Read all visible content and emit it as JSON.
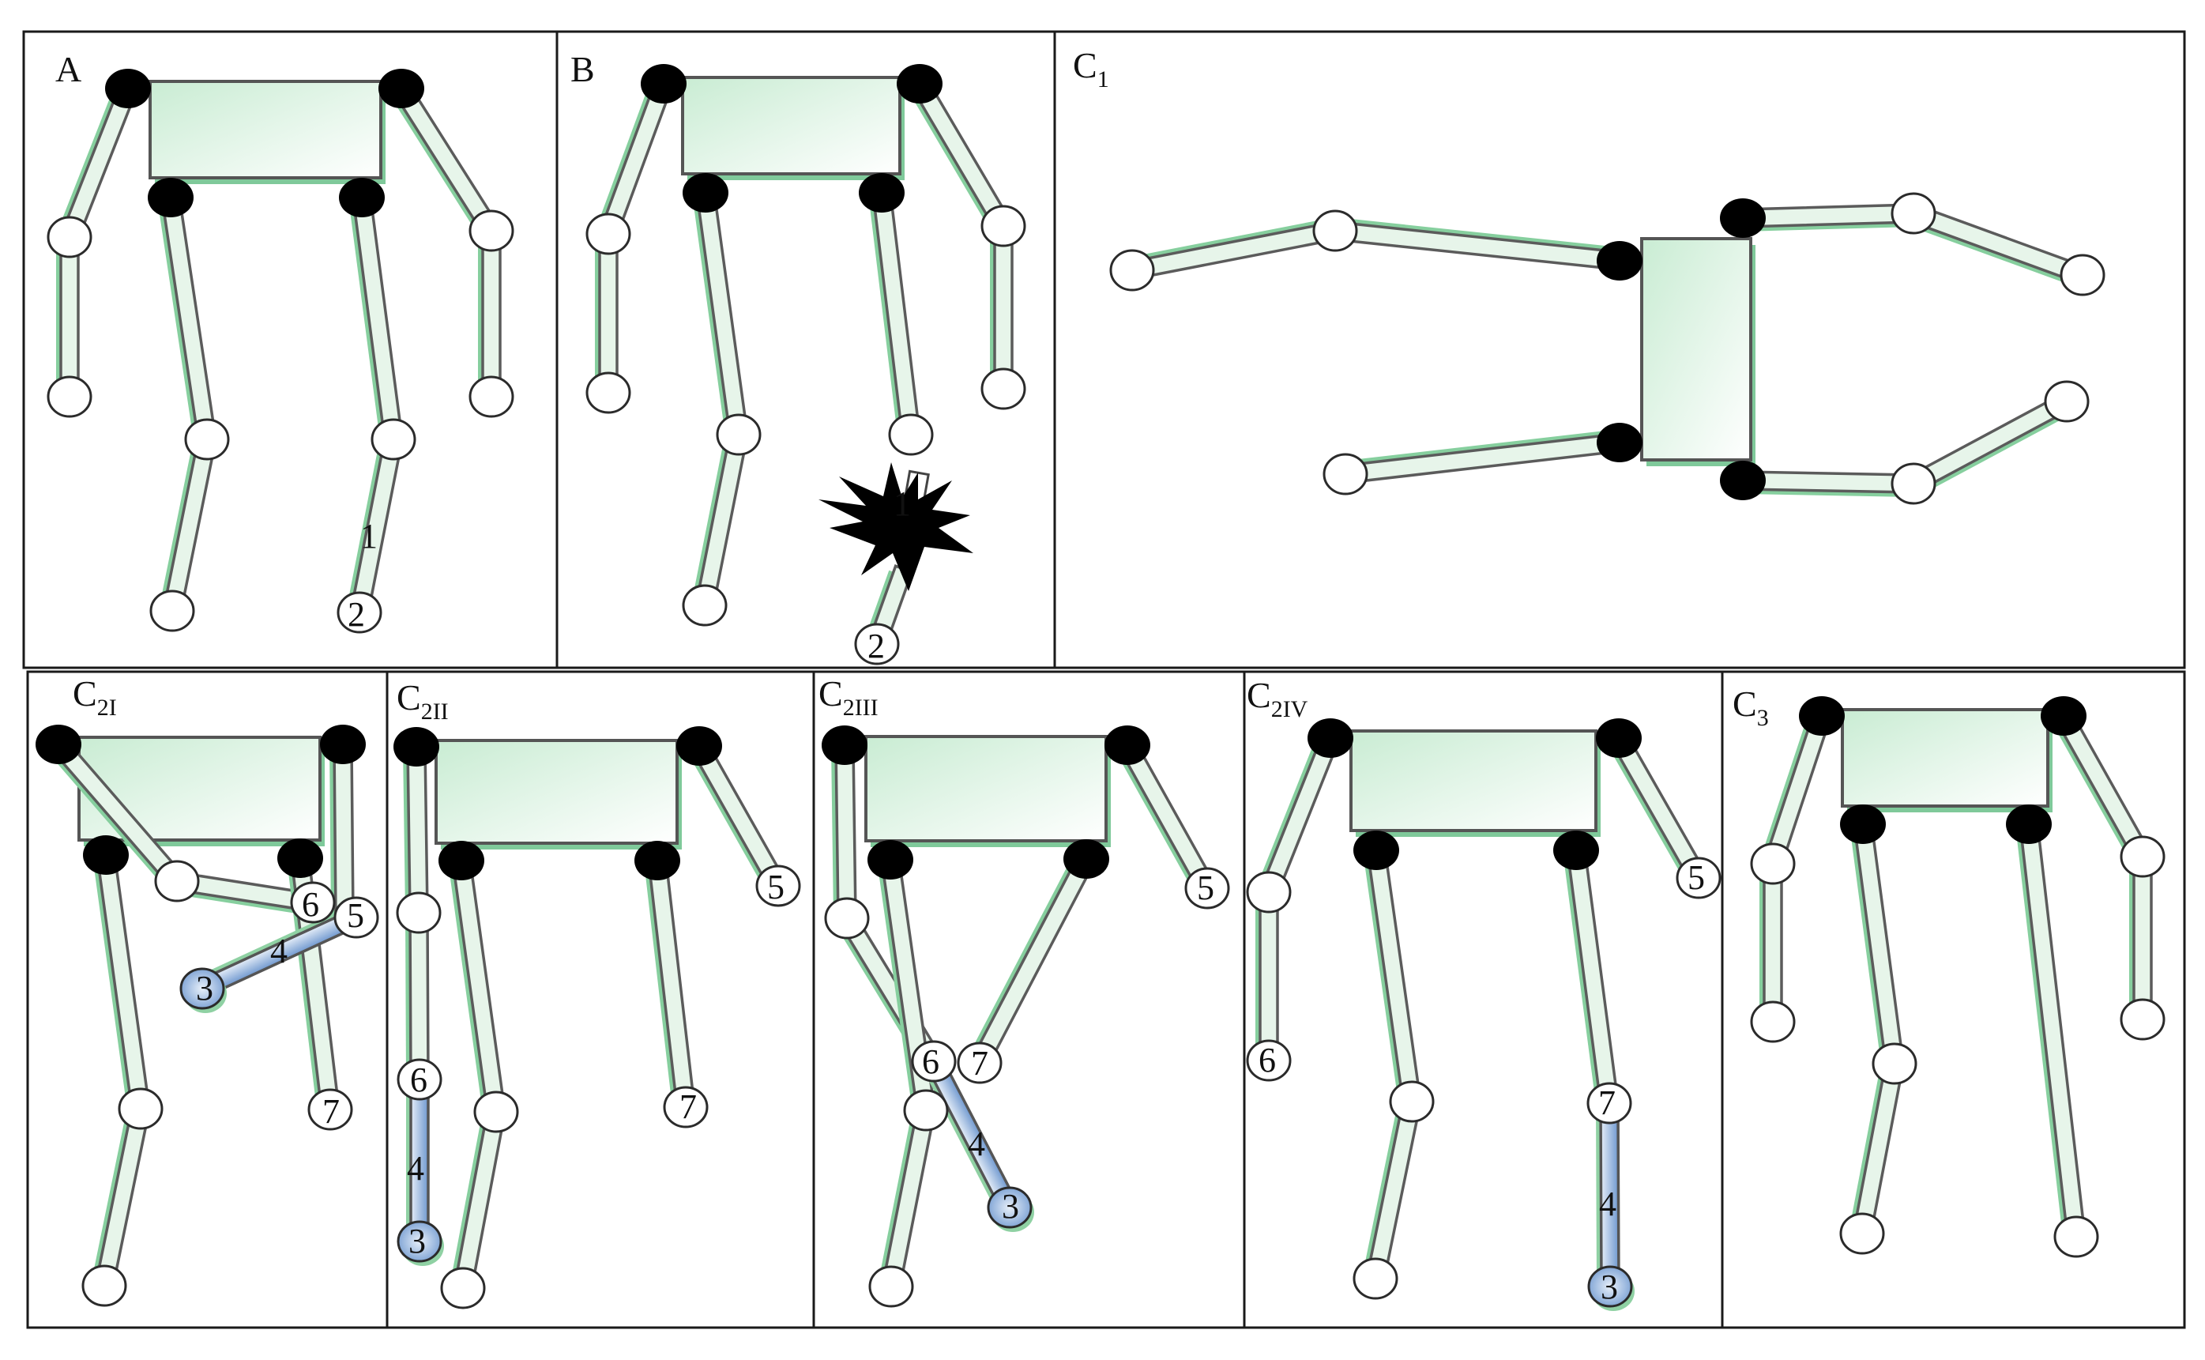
{
  "panels": [
    {
      "id": "A",
      "label": "A",
      "sub": ""
    },
    {
      "id": "B",
      "label": "B",
      "sub": ""
    },
    {
      "id": "C1",
      "label": "C",
      "sub": "1"
    },
    {
      "id": "C2I",
      "label": "C",
      "sub": "2I"
    },
    {
      "id": "C2II",
      "label": "C",
      "sub": "2II"
    },
    {
      "id": "C2III",
      "label": "C",
      "sub": "2III"
    },
    {
      "id": "C2IV",
      "label": "C",
      "sub": "2IV"
    },
    {
      "id": "C3",
      "label": "C",
      "sub": "3"
    }
  ],
  "annotations": {
    "A": {
      "bone_1": "1",
      "joint_2": "2"
    },
    "B": {
      "bone_1": "1",
      "joint_2": "2"
    },
    "C2I": {
      "joint_6": "6",
      "joint_5": "5",
      "bone_4": "4",
      "joint_3": "3",
      "joint_7": "7"
    },
    "C2II": {
      "joint_5": "5",
      "joint_6": "6",
      "bone_4": "4",
      "joint_3": "3",
      "joint_7": "7"
    },
    "C2III": {
      "joint_5": "5",
      "joint_6": "6",
      "joint_7": "7",
      "bone_4": "4",
      "joint_3": "3"
    },
    "C2IV": {
      "joint_5": "5",
      "joint_6": "6",
      "joint_7": "7",
      "bone_4": "4",
      "joint_3": "3"
    }
  },
  "colors": {
    "bone_fill": "#e7f5ea",
    "bone_shadow": "#86cf9e",
    "torso_gradient": [
      "#c9ecd3",
      "#ffffff"
    ],
    "highlight_bone": "#7fa6d6",
    "joint_fixed": "#000000",
    "joint_free": "#ffffff"
  }
}
